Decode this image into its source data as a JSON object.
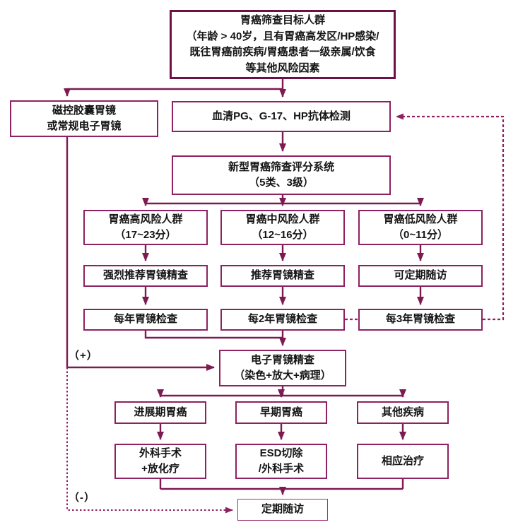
{
  "diagram": {
    "subject": "胃癌筛查流程",
    "type": "flowchart"
  },
  "colors": {
    "line": "#7D1A52",
    "box_border": "#8E2160",
    "box_border_dark": "#6D1046",
    "box_border_light": "#9C3570",
    "text": "#141414",
    "background": "#FFFFFF"
  },
  "annotations": {
    "positive": "（+）",
    "negative": "（-）"
  },
  "nodes": {
    "target_population": {
      "lines": [
        "胃癌筛查目标人群",
        "（年龄 > 40岁，且有胃癌高发区/HP感染/",
        "既往胃癌前疾病/胃癌患者一级亲属/饮食",
        "等其他风险因素"
      ]
    },
    "capsule_endoscopy": {
      "lines": [
        "磁控胶囊胃镜",
        "或常规电子胃镜"
      ]
    },
    "serum_test": {
      "lines": [
        "血清PG、G-17、HP抗体检测"
      ]
    },
    "scoring_system": {
      "lines": [
        "新型胃癌筛查评分系统",
        "（5类、3级）"
      ]
    },
    "high_risk": {
      "lines": [
        "胃癌高风险人群",
        "（17~23分）"
      ]
    },
    "mid_risk": {
      "lines": [
        "胃癌中风险人群",
        "（12~16分）"
      ]
    },
    "low_risk": {
      "lines": [
        "胃癌低风险人群",
        "（0~11分）"
      ]
    },
    "strong_recommend": {
      "lines": [
        "强烈推荐胃镜精查"
      ]
    },
    "recommend": {
      "lines": [
        "推荐胃镜精查"
      ]
    },
    "optional_followup": {
      "lines": [
        "可定期随访"
      ]
    },
    "yearly_check": {
      "lines": [
        "每年胃镜检查"
      ]
    },
    "two_year_check": {
      "lines": [
        "每2年胃镜检查"
      ]
    },
    "three_year_check": {
      "lines": [
        "每3年胃镜检查"
      ]
    },
    "detailed_endoscopy": {
      "lines": [
        "电子胃镜精查",
        "（染色+放大+病理）"
      ]
    },
    "advanced_cancer": {
      "lines": [
        "进展期胃癌"
      ]
    },
    "early_cancer": {
      "lines": [
        "早期胃癌"
      ]
    },
    "other_disease": {
      "lines": [
        "其他疾病"
      ]
    },
    "surgery_chemo": {
      "lines": [
        "外科手术",
        "+放化疗"
      ]
    },
    "esd_surgery": {
      "lines": [
        "ESD切除",
        "/外科手术"
      ]
    },
    "corresponding_treatment": {
      "lines": [
        "相应治疗"
      ]
    },
    "regular_followup": {
      "lines": [
        "定期随访"
      ]
    }
  }
}
